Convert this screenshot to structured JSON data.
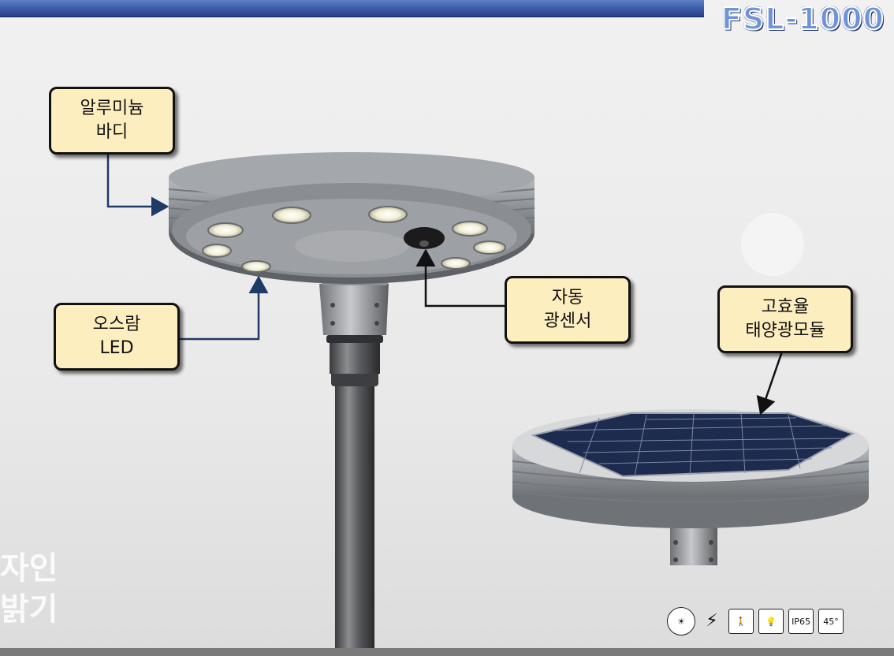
{
  "header": {
    "model": "FSL-1000"
  },
  "callouts": {
    "body": {
      "line1": "알루미늄",
      "line2": "바디"
    },
    "led": {
      "line1": "오스람",
      "line2": "LED"
    },
    "sensor": {
      "line1": "자동",
      "line2": "광센서"
    },
    "solar": {
      "line1": "고효율",
      "line2": "태양광모듈"
    }
  },
  "ghost_text": {
    "line1": "자인",
    "line2": "밝기"
  },
  "feature_icons": [
    {
      "name": "solar-sun-panel-icon",
      "glyph": "☀"
    },
    {
      "name": "battery-charge-icon",
      "glyph": "⚡"
    },
    {
      "name": "motion-sensor-icon",
      "glyph": "🚶"
    },
    {
      "name": "light-bulb-icon",
      "glyph": "💡"
    },
    {
      "name": "ip65-rating-icon",
      "label": "IP65"
    },
    {
      "name": "thermometer-icon",
      "label": "45°"
    }
  ],
  "colors": {
    "accent_blue": "#3a5ba8",
    "callout_fill": "#fdeec0",
    "arrow": "#1f3a66"
  }
}
